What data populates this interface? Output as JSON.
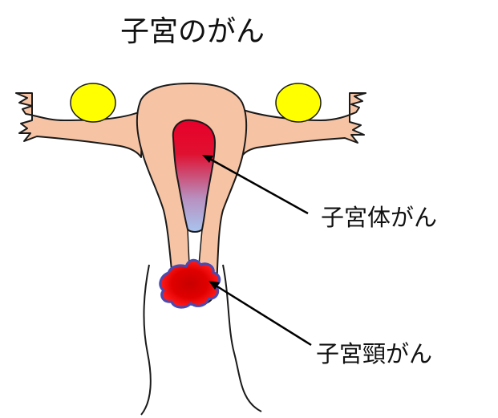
{
  "title": "子宮のがん",
  "labels": {
    "uterine_body_cancer": "子宮体がん",
    "cervical_cancer": "子宮頸がん"
  },
  "colors": {
    "uterus_fill": "#f6c4a5",
    "ovary_fill": "#ffff00",
    "tumor_red": "#e60000",
    "tumor_border": "#4a4ab0",
    "cavity_top": "#e8002a",
    "cavity_bottom": "#a8c4ee",
    "outline": "#1a1a1a"
  }
}
